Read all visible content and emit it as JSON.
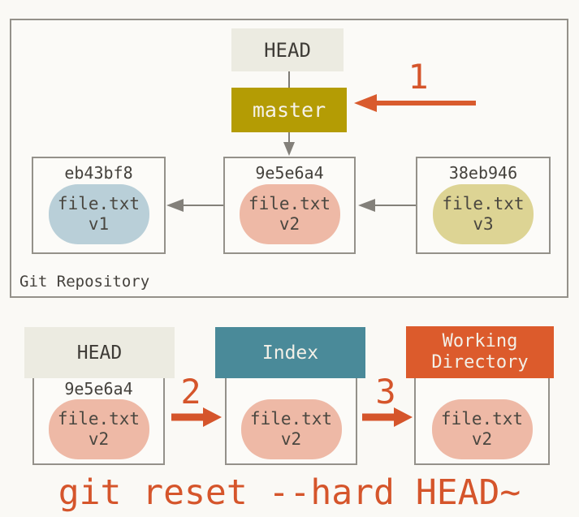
{
  "colors": {
    "background": "#faf9f5",
    "border_gray": "#94918a",
    "arrow_gray": "#83807a",
    "text_dark": "#44413c",
    "accent_orange": "#d5552b",
    "head_box_fill": "#ecebe1",
    "master_box_fill": "#b49c04",
    "index_header_fill": "#4a8a99",
    "working_directory_header_fill": "#dc5b2c",
    "blob_blue": "#b9cfd8",
    "blob_pink": "#eeb9a6",
    "blob_yellow": "#ddd494"
  },
  "repository": {
    "label": "Git Repository",
    "head_label": "HEAD",
    "branch_label": "master",
    "commits": [
      {
        "hash": "eb43bf8",
        "file_name": "file.txt",
        "file_version": "v1"
      },
      {
        "hash": "9e5e6a4",
        "file_name": "file.txt",
        "file_version": "v2"
      },
      {
        "hash": "38eb946",
        "file_name": "file.txt",
        "file_version": "v3"
      }
    ]
  },
  "steps": [
    {
      "label": "1"
    },
    {
      "label": "2"
    },
    {
      "label": "3"
    }
  ],
  "trees": [
    {
      "title": "HEAD",
      "hash": "9e5e6a4",
      "file_name": "file.txt",
      "file_version": "v2"
    },
    {
      "title": "Index",
      "file_name": "file.txt",
      "file_version": "v2"
    },
    {
      "title": "Working Directory",
      "file_name": "file.txt",
      "file_version": "v2"
    }
  ],
  "caption": "git reset --hard HEAD~"
}
